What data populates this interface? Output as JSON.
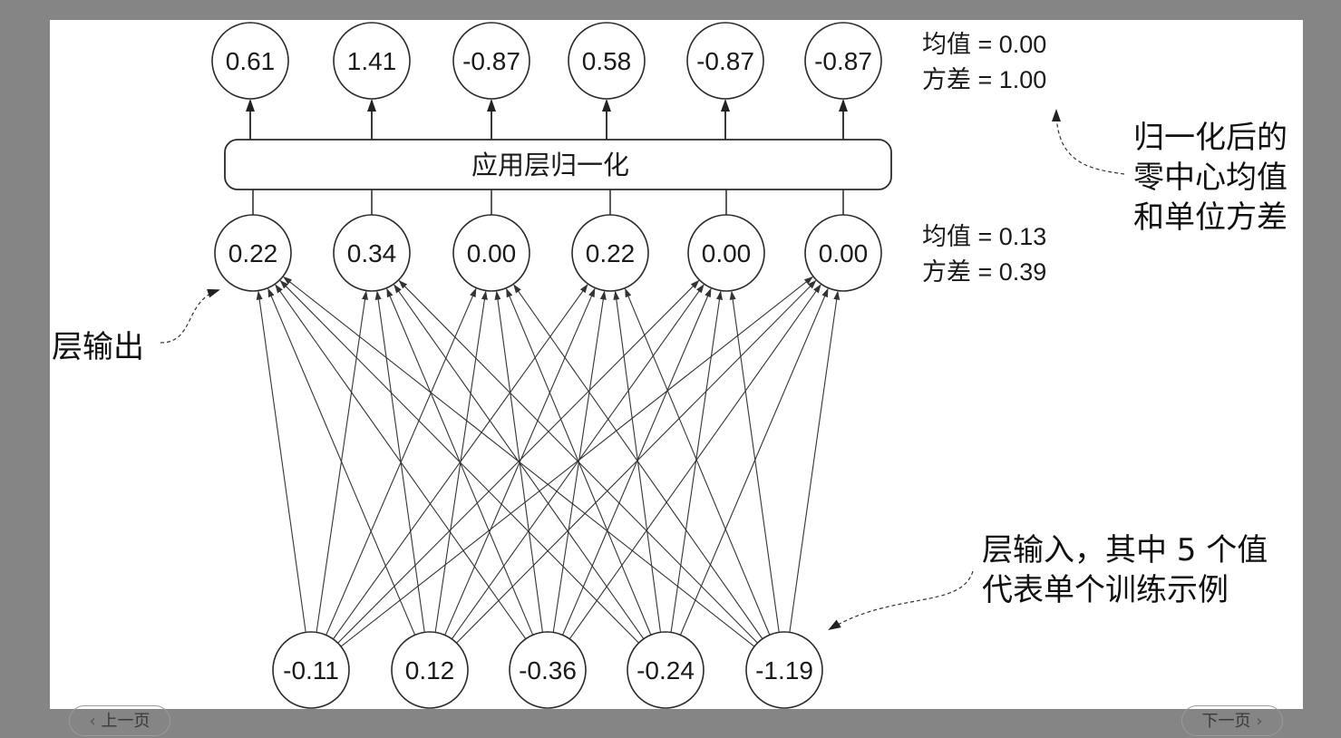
{
  "figure": {
    "normalized_outputs": [
      "0.61",
      "1.41",
      "-0.87",
      "0.58",
      "-0.87",
      "-0.87"
    ],
    "layer_outputs": [
      "0.22",
      "0.34",
      "0.00",
      "0.22",
      "0.00",
      "0.00"
    ],
    "layer_inputs": [
      "-0.11",
      "0.12",
      "-0.36",
      "-0.24",
      "-1.19"
    ],
    "norm_box_label": "应用层归一化",
    "top_stats": {
      "mean": "均值 = 0.00",
      "variance": "方差 = 1.00"
    },
    "mid_stats": {
      "mean": "均值 = 0.13",
      "variance": "方差 = 0.39"
    },
    "annotation_normalized": [
      "归一化后的",
      "零中心均值",
      "和单位方差"
    ],
    "annotation_layer_output": "层输出",
    "annotation_layer_input": [
      "层输入，其中 5 个值",
      "代表单个训练示例"
    ]
  },
  "nav": {
    "prev_label": "上一页",
    "next_label": "下一页",
    "prev_icon": "chevron-left-icon",
    "next_icon": "chevron-right-icon"
  }
}
